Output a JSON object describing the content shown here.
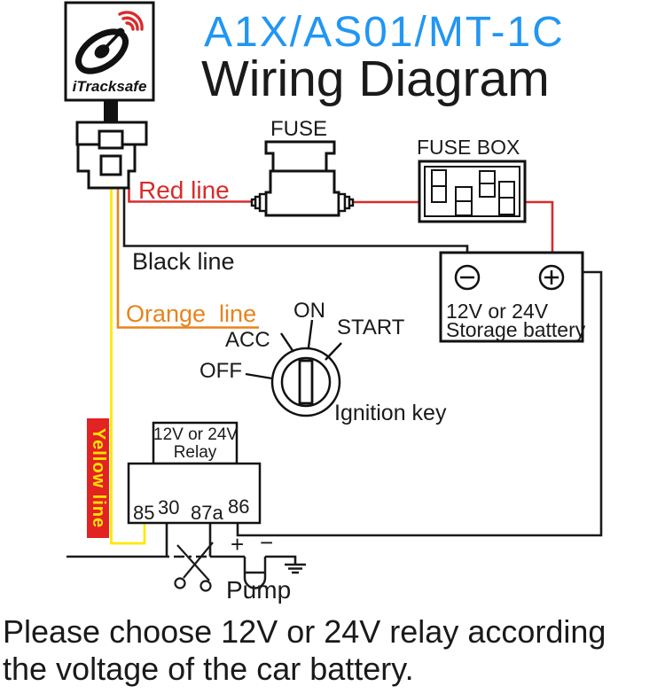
{
  "title": {
    "model": "A1X/AS01/MT-1C",
    "main": "Wiring Diagram"
  },
  "logo": {
    "brand": "iTracksafe"
  },
  "labels": {
    "fuse": "FUSE",
    "fuse_box": "FUSE BOX",
    "red_line": "Red line",
    "black_line": "Black line",
    "orange_line": "Orange  line",
    "yellow_line": "Yellow line",
    "ignition_key": "Ignition key",
    "pump": "Pump"
  },
  "ignition": {
    "off": "OFF",
    "acc": "ACC",
    "on": "ON",
    "start": "START"
  },
  "battery": {
    "line1": "12V or 24V",
    "line2": "Storage battery"
  },
  "relay": {
    "line1": "12V or 24V",
    "line2": "Relay",
    "pins": [
      "85",
      "30",
      "87a",
      "86"
    ]
  },
  "pump": {
    "plus": "+",
    "minus": "−"
  },
  "footer": {
    "line1": "Please choose 12V or 24V relay according",
    "line2": "the voltage of the car battery."
  },
  "colors": {
    "title_blue": "#2196F3",
    "wire_red": "#D92B2B",
    "wire_orange": "#E8831D",
    "wire_yellow": "#FFE800",
    "wire_black": "#1A1A1A",
    "tag_background": "#E32222",
    "tag_text": "#FFE400"
  }
}
